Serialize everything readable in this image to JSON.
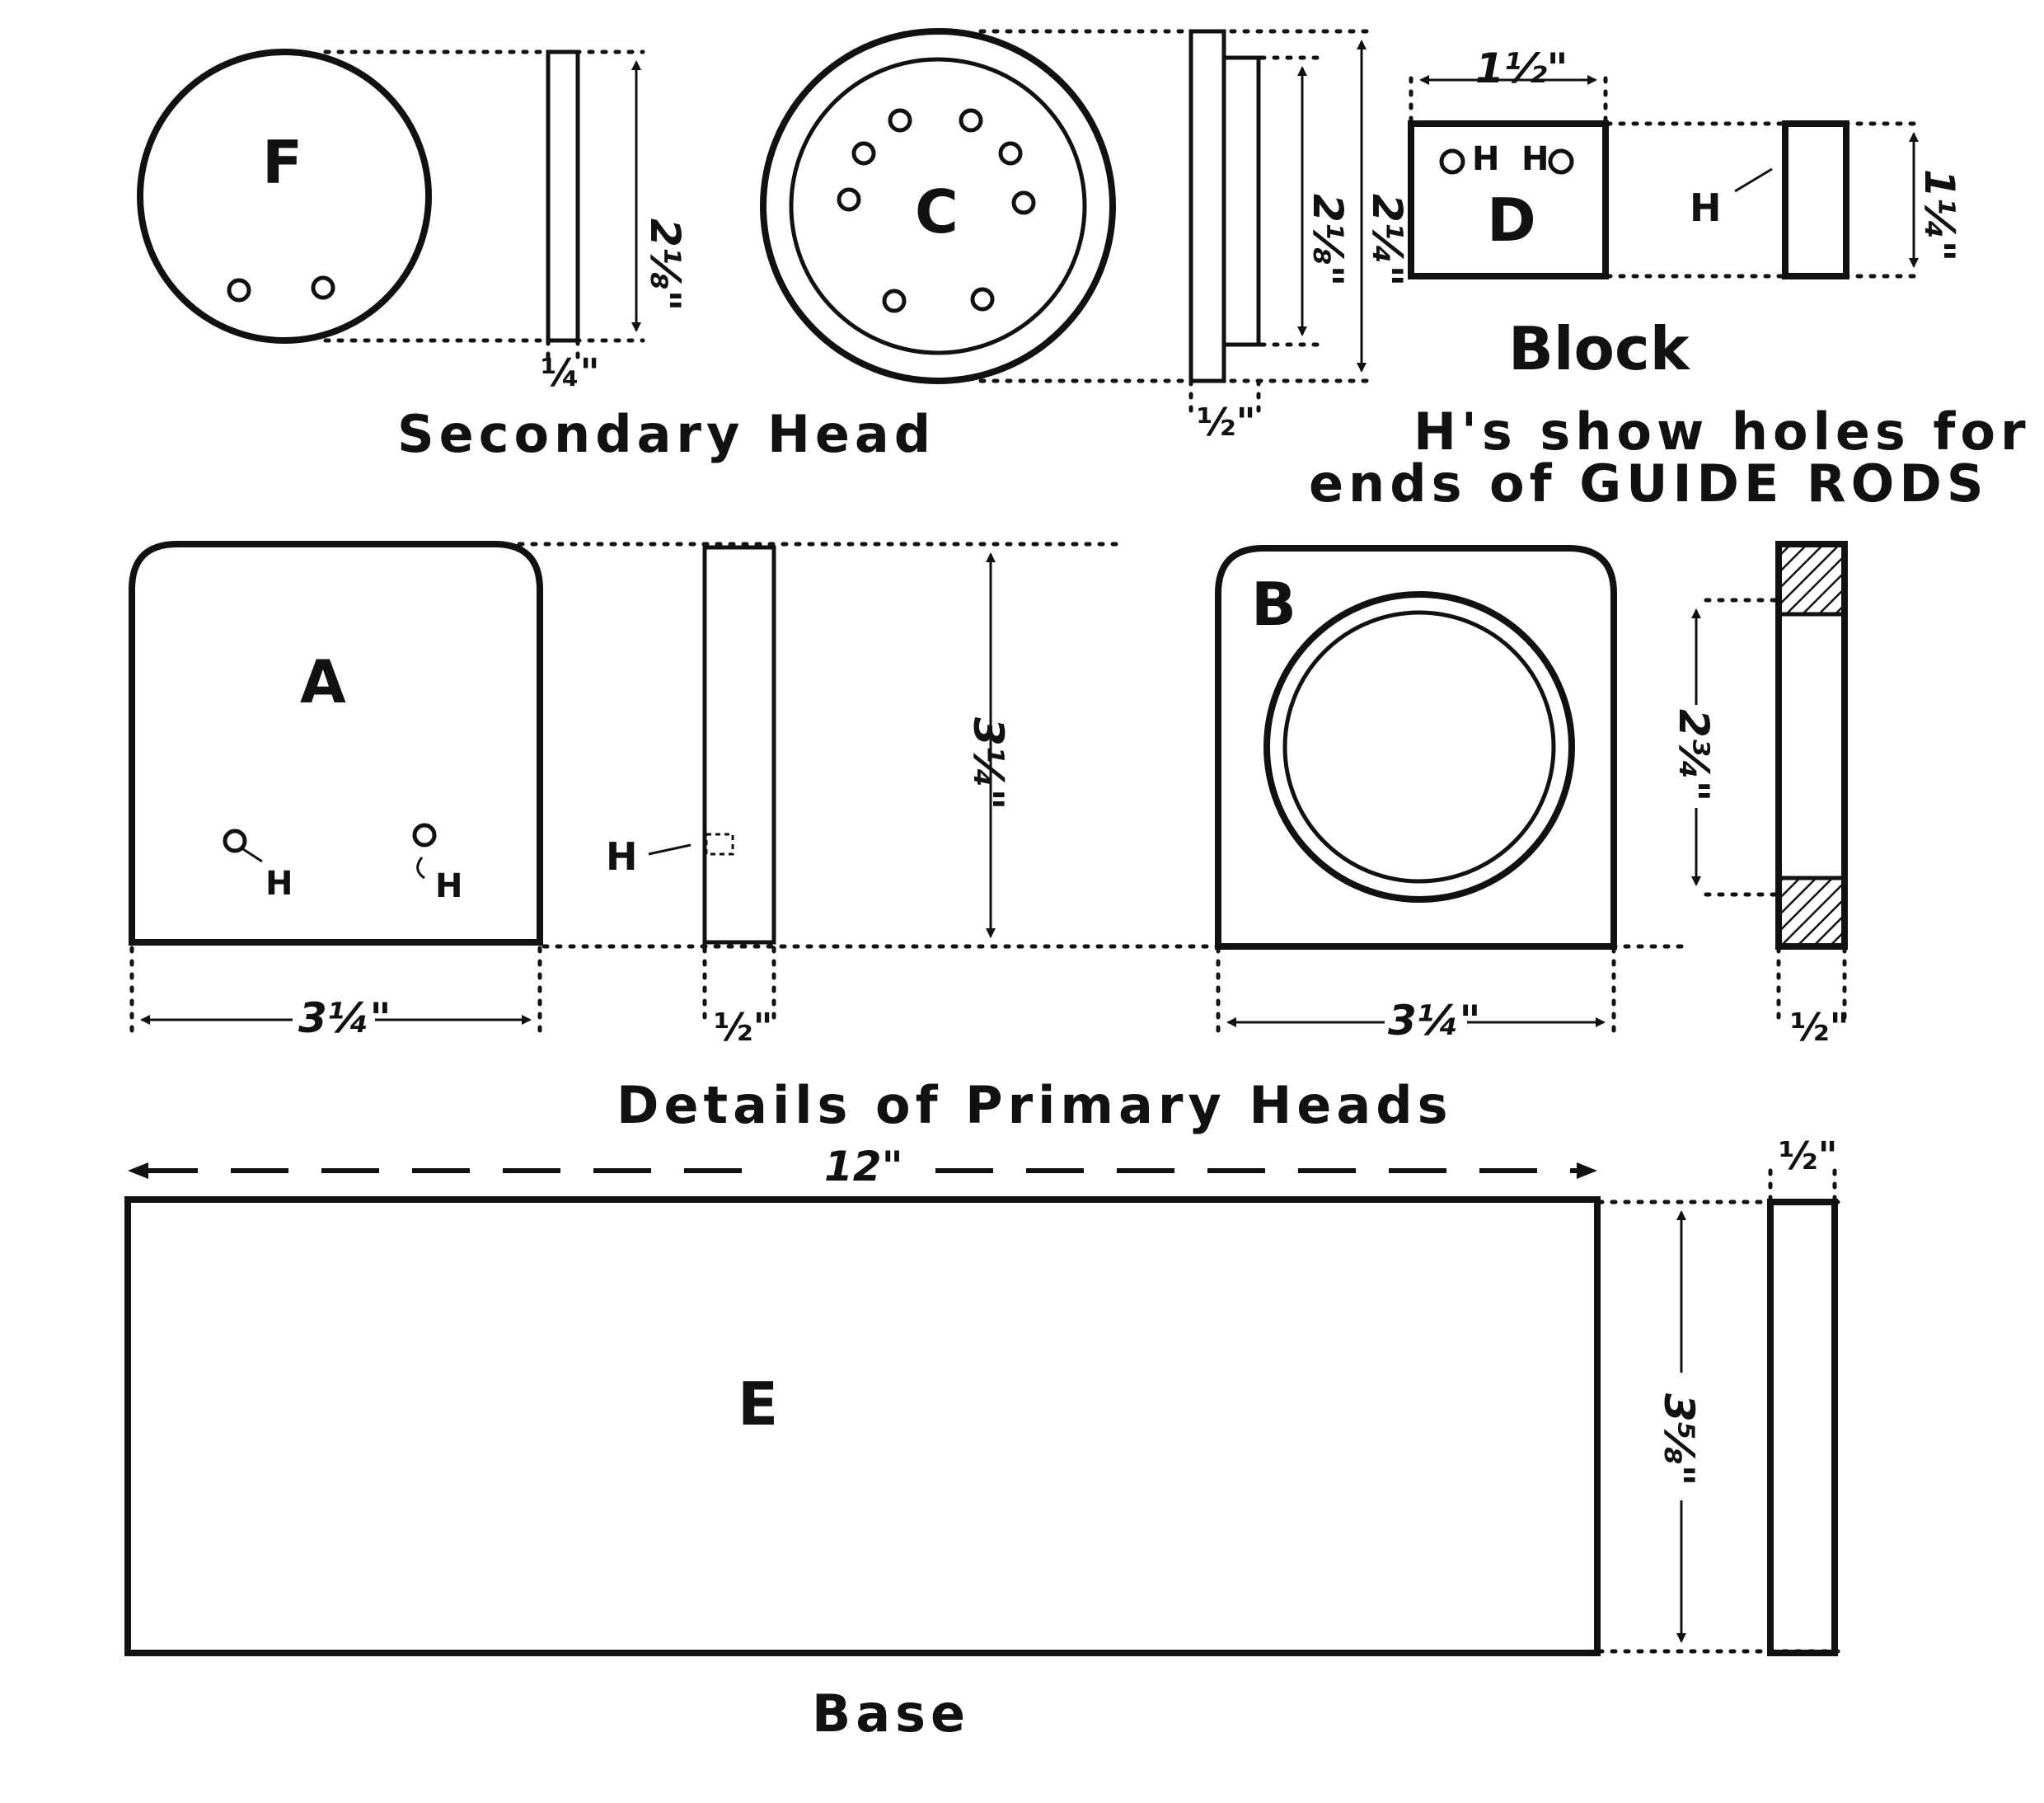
{
  "parts": {
    "F": "F",
    "C": "C",
    "D": "D",
    "A": "A",
    "B": "B",
    "E": "E"
  },
  "captions": {
    "secondary_head": "Secondary Head",
    "block": "Block",
    "note_line1": "H's show holes for",
    "note_line2": "ends of GUIDE RODS",
    "primary_heads": "Details of Primary Heads",
    "base": "Base"
  },
  "hole_label": "H",
  "dimensions": {
    "f_height": "2⅛\"",
    "f_thickness": "¼\"",
    "c_inner": "2⅛\"",
    "c_outer": "2¼\"",
    "c_thickness": "½\"",
    "d_width": "1½\"",
    "d_height": "1¼\"",
    "a_height": "3¼\"",
    "a_width": "3¼\"",
    "a_thickness": "½\"",
    "b_width": "3¼\"",
    "b_bore": "2¾\"",
    "b_thickness": "½\"",
    "e_length": "12\"",
    "e_width": "3⅝\"",
    "e_thickness": "½\""
  }
}
